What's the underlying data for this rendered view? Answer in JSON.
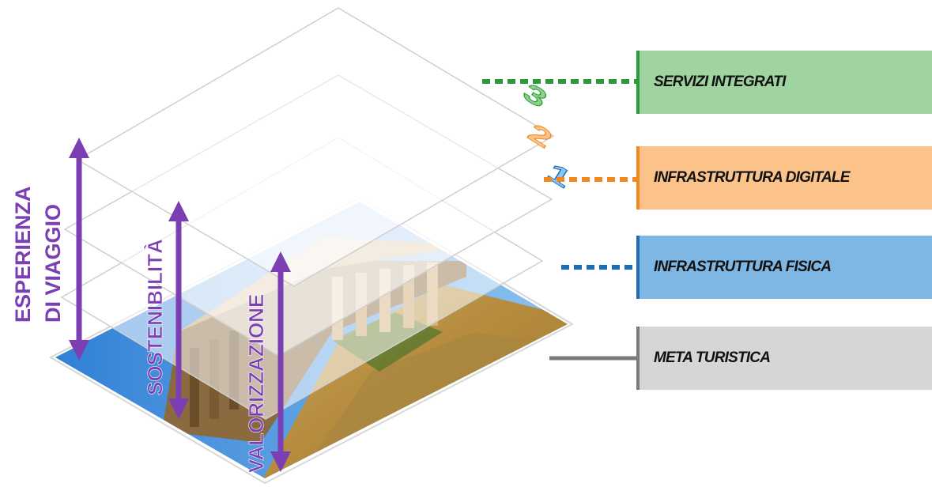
{
  "layers": {
    "servizi": {
      "label": "SERVIZI INTEGRATI",
      "color": "#2a9a3a"
    },
    "digitale": {
      "label": "INFRASTRUTTURA DIGITALE",
      "color": "#f08a1e"
    },
    "fisica": {
      "label": "INFRASTRUTTURA FISICA",
      "color": "#1f6cb5"
    },
    "meta": {
      "label": "META TURISTICA",
      "color": "#7a7a7a"
    }
  },
  "plane_numbers": {
    "one": "1",
    "two": "2",
    "three": "3"
  },
  "axes": {
    "esperienza_line1": "ESPERIENZA",
    "esperienza_line2": "DI VIAGGIO",
    "sostenibilita": "SOSTENIBILITÀ",
    "valorizzazione": "VALORIZZAZIONE",
    "color": "#7b3fb3"
  }
}
